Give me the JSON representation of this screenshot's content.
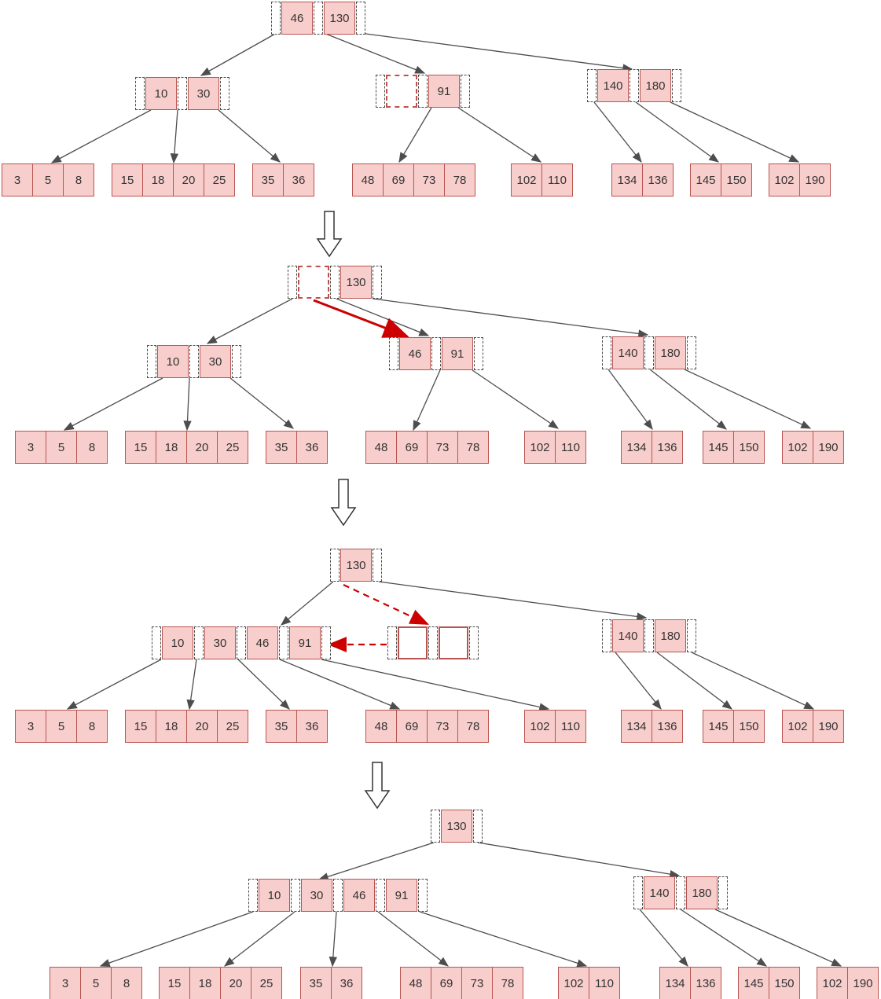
{
  "colors": {
    "cell_fill": "#f8cecc",
    "cell_stroke": "#b85450",
    "empty_cell_stroke": "#c0504d",
    "pointer_slot_stroke": "#4d4d4d",
    "edge": "#4d4d4d",
    "highlight_red": "#cc0000",
    "text": "#333333"
  },
  "stages": [
    {
      "internal_nodes": [
        {
          "id": "s1-root",
          "keys": [
            "46",
            "130"
          ]
        },
        {
          "id": "s1-n1",
          "keys": [
            "10",
            "30"
          ]
        },
        {
          "id": "s1-n2",
          "keys": [
            "",
            "91"
          ],
          "empty_variant": "red-dashed"
        },
        {
          "id": "s1-n3",
          "keys": [
            "140",
            "180"
          ]
        }
      ],
      "leaf_nodes": [
        {
          "id": "s1-l1",
          "values": [
            "3",
            "5",
            "8"
          ]
        },
        {
          "id": "s1-l2",
          "values": [
            "15",
            "18",
            "20",
            "25"
          ]
        },
        {
          "id": "s1-l3",
          "values": [
            "35",
            "36"
          ]
        },
        {
          "id": "s1-l4",
          "values": [
            "48",
            "69",
            "73",
            "78"
          ]
        },
        {
          "id": "s1-l5",
          "values": [
            "102",
            "110"
          ]
        },
        {
          "id": "s1-l6",
          "values": [
            "134",
            "136"
          ]
        },
        {
          "id": "s1-l7",
          "values": [
            "145",
            "150"
          ]
        },
        {
          "id": "s1-l8",
          "values": [
            "102",
            "190"
          ]
        }
      ]
    },
    {
      "internal_nodes": [
        {
          "id": "s2-root",
          "keys": [
            "",
            "130"
          ],
          "empty_variant": "red-dashed"
        },
        {
          "id": "s2-n1",
          "keys": [
            "10",
            "30"
          ]
        },
        {
          "id": "s2-n2",
          "keys": [
            "46",
            "91"
          ]
        },
        {
          "id": "s2-n3",
          "keys": [
            "140",
            "180"
          ]
        }
      ],
      "leaf_nodes": [
        {
          "id": "s2-l1",
          "values": [
            "3",
            "5",
            "8"
          ]
        },
        {
          "id": "s2-l2",
          "values": [
            "15",
            "18",
            "20",
            "25"
          ]
        },
        {
          "id": "s2-l3",
          "values": [
            "35",
            "36"
          ]
        },
        {
          "id": "s2-l4",
          "values": [
            "48",
            "69",
            "73",
            "78"
          ]
        },
        {
          "id": "s2-l5",
          "values": [
            "102",
            "110"
          ]
        },
        {
          "id": "s2-l6",
          "values": [
            "134",
            "136"
          ]
        },
        {
          "id": "s2-l7",
          "values": [
            "145",
            "150"
          ]
        },
        {
          "id": "s2-l8",
          "values": [
            "102",
            "190"
          ]
        }
      ]
    },
    {
      "internal_nodes": [
        {
          "id": "s3-root",
          "keys": [
            "130"
          ]
        },
        {
          "id": "s3-n1",
          "keys": [
            "10",
            "30",
            "46",
            "91"
          ]
        },
        {
          "id": "s3-ghost",
          "keys": [
            "",
            ""
          ],
          "empty_variant": "red-solid"
        },
        {
          "id": "s3-n3",
          "keys": [
            "140",
            "180"
          ]
        }
      ],
      "leaf_nodes": [
        {
          "id": "s3-l1",
          "values": [
            "3",
            "5",
            "8"
          ]
        },
        {
          "id": "s3-l2",
          "values": [
            "15",
            "18",
            "20",
            "25"
          ]
        },
        {
          "id": "s3-l3",
          "values": [
            "35",
            "36"
          ]
        },
        {
          "id": "s3-l4",
          "values": [
            "48",
            "69",
            "73",
            "78"
          ]
        },
        {
          "id": "s3-l5",
          "values": [
            "102",
            "110"
          ]
        },
        {
          "id": "s3-l6",
          "values": [
            "134",
            "136"
          ]
        },
        {
          "id": "s3-l7",
          "values": [
            "145",
            "150"
          ]
        },
        {
          "id": "s3-l8",
          "values": [
            "102",
            "190"
          ]
        }
      ]
    },
    {
      "internal_nodes": [
        {
          "id": "s4-root",
          "keys": [
            "130"
          ]
        },
        {
          "id": "s4-n1",
          "keys": [
            "10",
            "30",
            "46",
            "91"
          ]
        },
        {
          "id": "s4-n3",
          "keys": [
            "140",
            "180"
          ]
        }
      ],
      "leaf_nodes": [
        {
          "id": "s4-l1",
          "values": [
            "3",
            "5",
            "8"
          ]
        },
        {
          "id": "s4-l2",
          "values": [
            "15",
            "18",
            "20",
            "25"
          ]
        },
        {
          "id": "s4-l3",
          "values": [
            "35",
            "36"
          ]
        },
        {
          "id": "s4-l4",
          "values": [
            "48",
            "69",
            "73",
            "78"
          ]
        },
        {
          "id": "s4-l5",
          "values": [
            "102",
            "110"
          ]
        },
        {
          "id": "s4-l6",
          "values": [
            "134",
            "136"
          ]
        },
        {
          "id": "s4-l7",
          "values": [
            "145",
            "150"
          ]
        },
        {
          "id": "s4-l8",
          "values": [
            "102",
            "190"
          ]
        }
      ]
    }
  ]
}
